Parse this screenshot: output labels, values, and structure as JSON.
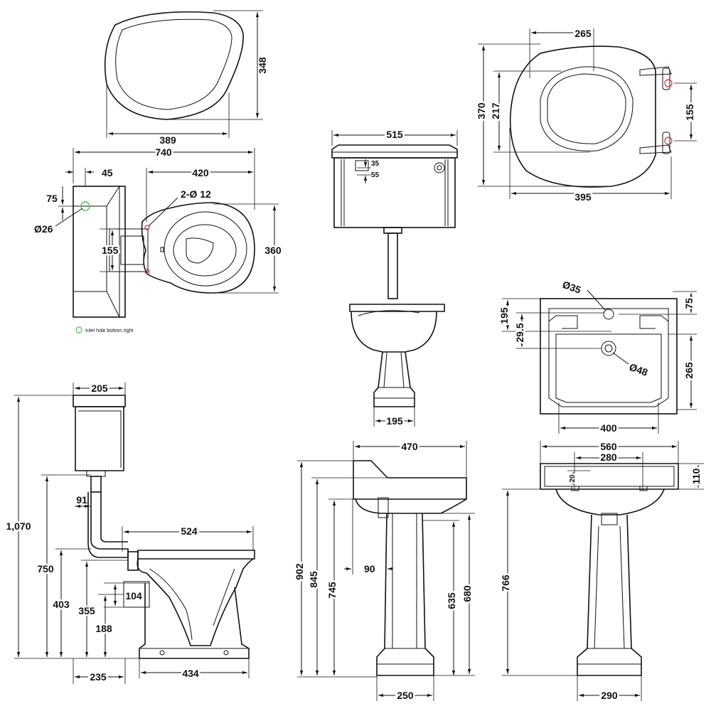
{
  "colors": {
    "line": "#111111",
    "inlet_marker": "#44cc44",
    "hole_marker": "#cc3333"
  },
  "seat_top": {
    "width": "389",
    "depth": "348"
  },
  "pan_plan": {
    "overall": "740",
    "bowl": "420",
    "cistern_offset": "45",
    "inlet_offset": "75",
    "inlet_dia": "Ø26",
    "fix_holes": "2-Ø 12",
    "fix_spacing": "155",
    "width": "360",
    "note": "Inlet hole bottom right"
  },
  "cistern_front": {
    "width": "515",
    "dim_a": "35",
    "dim_b": "55",
    "pedestal_base": "195"
  },
  "seat_detail": {
    "inner_top": "265",
    "inner_depth": "217",
    "overall_depth": "370",
    "overall_width": "395",
    "hinge_spacing": "155"
  },
  "basin_plan": {
    "tap_hole": "Ø35",
    "waste_hole": "Ø48",
    "depth": "195",
    "rim": "29.5",
    "back": "75",
    "bowl_depth": "265",
    "width": "400"
  },
  "wc_side": {
    "cistern_depth": "205",
    "total_height": "1,070",
    "cistern_base": "750",
    "flush_offset": "91",
    "inlet_height": "403",
    "pan_length": "524",
    "outlet_height": "355",
    "outlet_dia": "104",
    "outlet_centre": "188",
    "wall_to_outlet": "235",
    "footprint": "434"
  },
  "basin_side": {
    "depth": "470",
    "overall": "902",
    "rim": "845",
    "underside": "745",
    "wall_offset": "90",
    "waste": "635",
    "pedestal": "680",
    "base": "250"
  },
  "basin_front": {
    "width": "560",
    "tap_centres": "280",
    "tap_height": "20",
    "rim_depth": "110",
    "waste_height": "766",
    "base": "290"
  }
}
